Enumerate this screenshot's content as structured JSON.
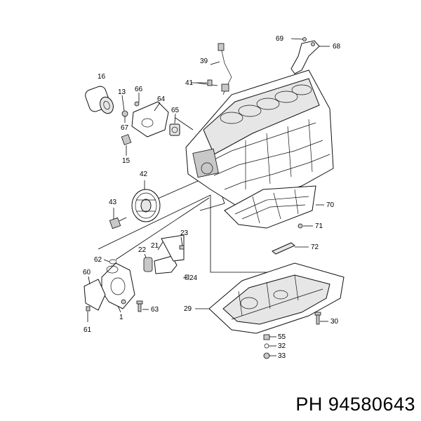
{
  "caption": "PH 94580643",
  "callouts": {
    "c16": "16",
    "c13": "13",
    "c66": "66",
    "c64": "64",
    "c65": "65",
    "c67": "67",
    "c15": "15",
    "c39": "39",
    "c41": "41",
    "c69": "69",
    "c68": "68",
    "c42": "42",
    "c43": "43",
    "c70": "70",
    "c71": "71",
    "c72": "72",
    "c23": "23",
    "c22": "22",
    "c21": "21",
    "c62": "62",
    "c60": "60",
    "c24": "24",
    "c63": "63",
    "c1": "1",
    "c61": "61",
    "c29": "29",
    "c30": "30",
    "c55": "55",
    "c32": "32",
    "c33": "33"
  }
}
